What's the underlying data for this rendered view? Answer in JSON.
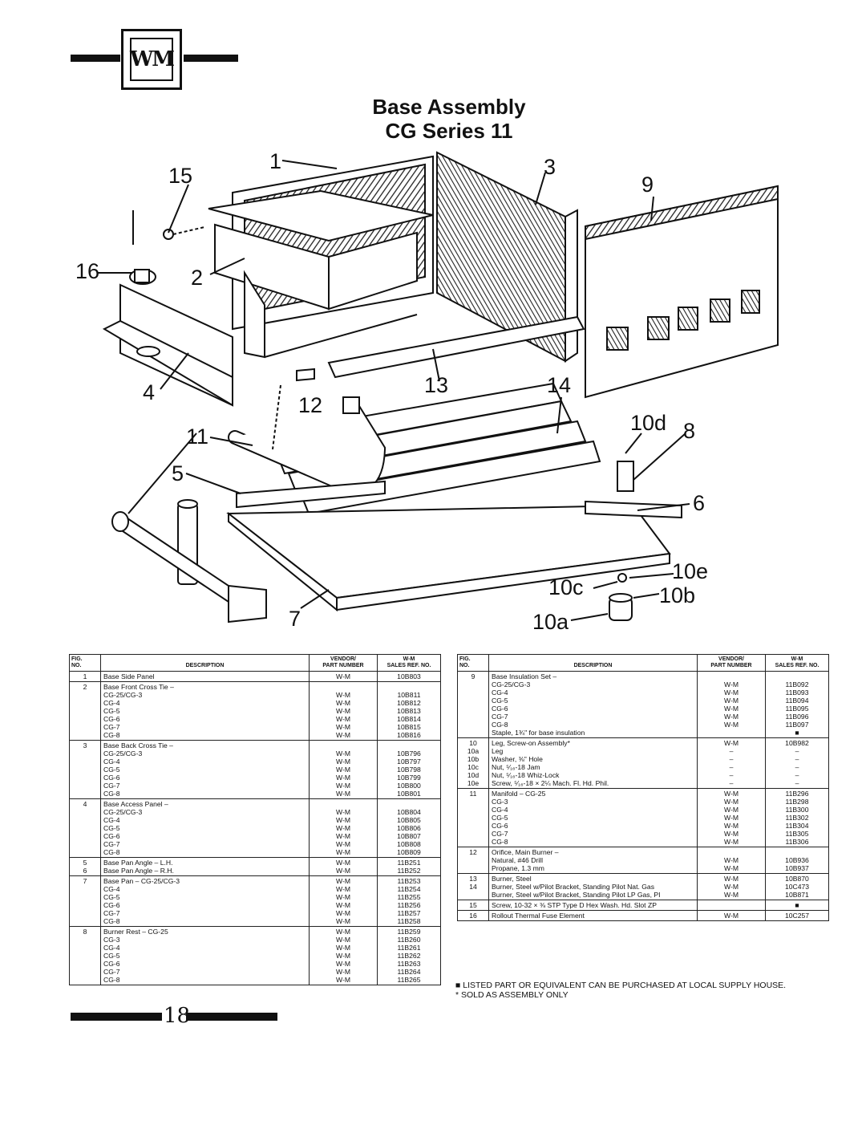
{
  "header": {
    "logo_text": "WM",
    "title_line1": "Base Assembly",
    "title_line2": "CG Series 11"
  },
  "callouts": {
    "c1": "1",
    "c2": "2",
    "c3": "3",
    "c4": "4",
    "c5": "5",
    "c6": "6",
    "c7": "7",
    "c8": "8",
    "c9": "9",
    "c10a": "10a",
    "c10b": "10b",
    "c10c": "10c",
    "c10d": "10d",
    "c10e": "10e",
    "c11": "11",
    "c12": "12",
    "c13": "13",
    "c14": "14",
    "c15": "15",
    "c16": "16"
  },
  "table_headers": {
    "fig": "FIG.\nNO.",
    "description": "DESCRIPTION",
    "vendor": "VENDOR/\nPART NUMBER",
    "sales": "W-M\nSALES REF. NO."
  },
  "left_table": [
    {
      "fig": "1",
      "desc": "Base Side Panel",
      "vendor": "W-M",
      "sales": "10B803"
    },
    {
      "fig": "2",
      "desc": "Base Front Cross Tie –\n        CG-25/CG-3\n        CG-4\n        CG-5\n        CG-6\n        CG-7\n        CG-8",
      "vendor": "\nW-M\nW-M\nW-M\nW-M\nW-M\nW-M",
      "sales": "\n10B811\n10B812\n10B813\n10B814\n10B815\n10B816"
    },
    {
      "fig": "3",
      "desc": "Base Back Cross Tie –\n        CG-25/CG-3\n        CG-4\n        CG-5\n        CG-6\n        CG-7\n        CG-8",
      "vendor": "\nW-M\nW-M\nW-M\nW-M\nW-M\nW-M",
      "sales": "\n10B796\n10B797\n10B798\n10B799\n10B800\n10B801"
    },
    {
      "fig": "4",
      "desc": "Base Access Panel –\n        CG-25/CG-3\n        CG-4\n        CG-5\n        CG-6\n        CG-7\n        CG-8",
      "vendor": "\nW-M\nW-M\nW-M\nW-M\nW-M\nW-M",
      "sales": "\n10B804\n10B805\n10B806\n10B807\n10B808\n10B809"
    },
    {
      "fig": "5\n6",
      "desc": "Base Pan Angle – L.H.\nBase Pan Angle – R.H.",
      "vendor": "W-M\nW-M",
      "sales": "11B251\n11B252"
    },
    {
      "fig": "7",
      "desc": "Base Pan – CG-25/CG-3\n                CG-4\n                CG-5\n                CG-6\n                CG-7\n                CG-8",
      "vendor": "W-M\nW-M\nW-M\nW-M\nW-M\nW-M",
      "sales": "11B253\n11B254\n11B255\n11B256\n11B257\n11B258"
    },
    {
      "fig": "8",
      "desc": "Burner Rest – CG-25\n                  CG-3\n                  CG-4\n                  CG-5\n                  CG-6\n                  CG-7\n                  CG-8",
      "vendor": "W-M\nW-M\nW-M\nW-M\nW-M\nW-M\nW-M",
      "sales": "11B259\n11B260\n11B261\n11B262\n11B263\n11B264\n11B265"
    }
  ],
  "right_table": [
    {
      "fig": "9",
      "desc": "Base Insulation Set –\n        CG-25/CG-3\n        CG-4\n        CG-5\n        CG-6\n        CG-7\n        CG-8\nStaple, 1¾\" for base insulation",
      "vendor": "\nW-M\nW-M\nW-M\nW-M\nW-M\nW-M\n",
      "sales": "\n11B092\n11B093\n11B094\n11B095\n11B096\n11B097\n■"
    },
    {
      "fig": "10\n10a\n10b\n10c\n10d\n10e",
      "desc": "Leg, Screw-on Assembly*\nLeg\nWasher, ⅜\" Hole\nNut, ⁵⁄₁₆-18 Jam\nNut, ⁵⁄₁₆-18 Whiz-Lock\nScrew, ⁵⁄₁₆-18 × 2¼ Mach. Fl. Hd. Phil.",
      "vendor": "W-M\n–\n–\n–\n–\n–",
      "sales": "10B982\n–\n–\n–\n–\n–"
    },
    {
      "fig": "11",
      "desc": "Manifold – CG-25\n                 CG-3\n                 CG-4\n                 CG-5\n                 CG-6\n                 CG-7\n                 CG-8",
      "vendor": "W-M\nW-M\nW-M\nW-M\nW-M\nW-M\nW-M",
      "sales": "11B296\n11B298\n11B300\n11B302\n11B304\n11B305\n11B306"
    },
    {
      "fig": "12",
      "desc": "Orifice, Main Burner –\n        Natural, #46 Drill\n        Propane, 1.3 mm",
      "vendor": "\nW-M\nW-M",
      "sales": "\n10B936\n10B937"
    },
    {
      "fig": "13\n14",
      "desc": "Burner, Steel\nBurner, Steel w/Pilot Bracket, Standing Pilot Nat. Gas\nBurner, Steel w/Pilot Bracket, Standing Pilot LP Gas, PI",
      "vendor": "W-M\nW-M\nW-M",
      "sales": "10B870\n10C473\n10B871"
    },
    {
      "fig": "15",
      "desc": "Screw, 10-32 × ⅜ STP Type D Hex Wash. Hd. Slot ZP",
      "vendor": "",
      "sales": "■"
    },
    {
      "fig": "16",
      "desc": "Rollout Thermal Fuse Element",
      "vendor": "W-M",
      "sales": "10C257"
    }
  ],
  "notes": {
    "note1": "■ LISTED PART OR EQUIVALENT CAN BE PURCHASED AT LOCAL SUPPLY HOUSE.",
    "note2": "* SOLD AS ASSEMBLY ONLY"
  },
  "page_number": "18"
}
